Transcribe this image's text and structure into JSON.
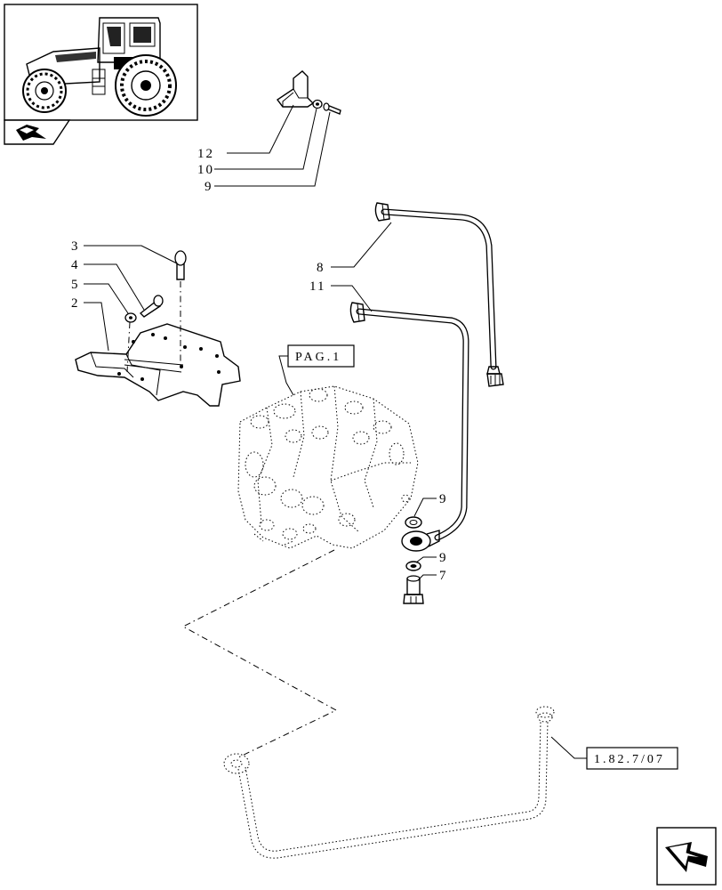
{
  "callouts": {
    "c12": "12",
    "c10": "10",
    "c9a": "9",
    "c3": "3",
    "c4": "4",
    "c5": "5",
    "c2": "2",
    "c8": "8",
    "c11": "11",
    "c9b": "9",
    "c9c": "9",
    "c7": "7"
  },
  "references": {
    "pag1": "PAG.1",
    "ref_1827": "1.82.7/07"
  },
  "icons": {
    "thumbnail": "tractor-thumbnail-icon",
    "back": "back-arrow-icon",
    "next": "next-page-arrow-icon"
  }
}
